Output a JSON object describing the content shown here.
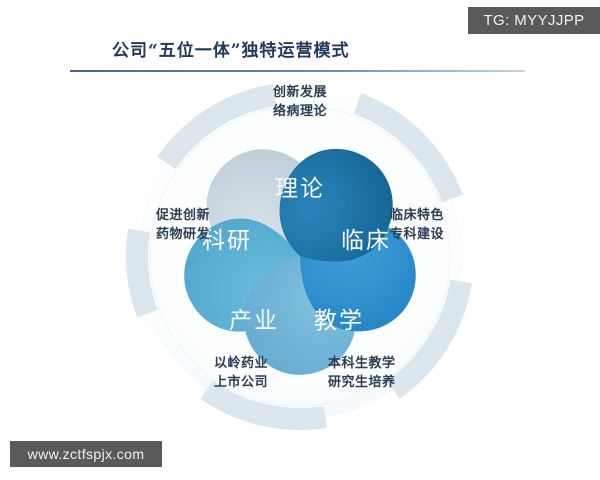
{
  "slide": {
    "title": "公司“五位一体”独特运营模式",
    "background_color": "#ffffff",
    "title_color": "#1e3a5f"
  },
  "watermarks": {
    "telegram_badge": "TG: MYYJJPP",
    "site_badge": "www.zctfspjx.com",
    "badge_color": "#5a5a5a"
  },
  "chart_data": {
    "type": "diagram",
    "title": "公司“五位一体”独特运营模式",
    "subtype": "five-petal-flower-with-ring",
    "center_count": 5,
    "ring_color": "#dce6ee",
    "petals": [
      {
        "id": "theory",
        "label": "理论",
        "position": "top",
        "angle_deg": -90,
        "color": "#c4d2dc",
        "text_color": "#f4f8fb",
        "outer_label": "创新发展\n络病理论",
        "outer_label_line1": "创新发展",
        "outer_label_line2": "络病理论"
      },
      {
        "id": "clinical",
        "label": "临床",
        "position": "right",
        "angle_deg": -18,
        "color": "#1b72a8",
        "text_color": "#ffffff",
        "outer_label": "临床特色\n专科建设",
        "outer_label_line1": "临床特色",
        "outer_label_line2": "专科建设"
      },
      {
        "id": "teaching",
        "label": "教学",
        "position": "bottom-right",
        "angle_deg": 54,
        "color": "#2b90d0",
        "text_color": "#ffffff",
        "outer_label": "本科生教学\n研究生培养",
        "outer_label_line1": "本科生教学",
        "outer_label_line2": "研究生培养"
      },
      {
        "id": "industry",
        "label": "产业",
        "position": "bottom-left",
        "angle_deg": 126,
        "color": "#6fb3d8",
        "text_color": "#eaf4fa",
        "outer_label": "以岭药业\n上市公司",
        "outer_label_line1": "以岭药业",
        "outer_label_line2": "上市公司"
      },
      {
        "id": "research",
        "label": "科研",
        "position": "left",
        "angle_deg": -162,
        "color": "#5ab0d4",
        "text_color": "#ffffff",
        "outer_label": "促进创新\n药物研发",
        "outer_label_line1": "促进创新",
        "outer_label_line2": "药物研发"
      }
    ],
    "outer_labels": [
      "创新发展 络病理论",
      "临床特色 专科建设",
      "本科生教学 研究生培养",
      "以岭药业 上市公司",
      "促进创新 药物研发"
    ]
  }
}
